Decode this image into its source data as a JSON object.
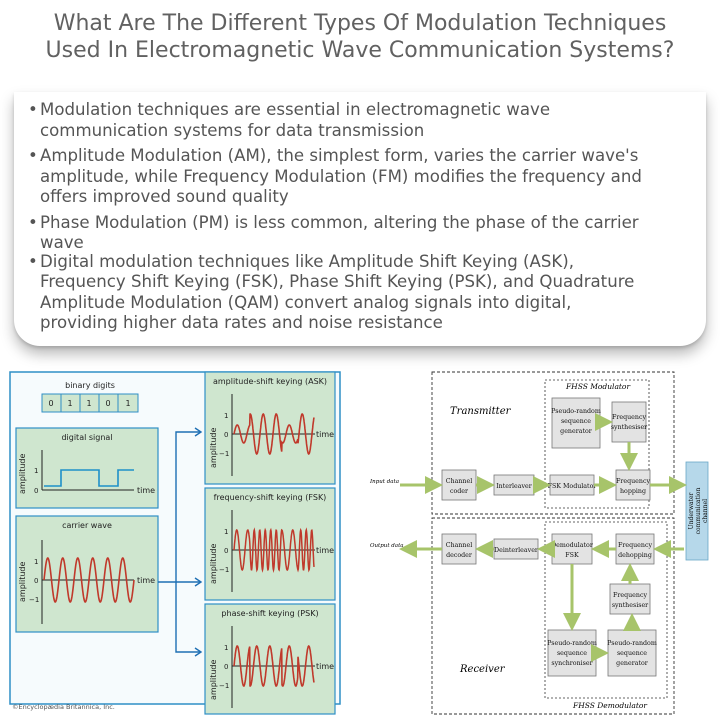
{
  "title": {
    "line1": "What Are The Different Types Of Modulation Techniques",
    "line2": "Used In Electromagnetic Wave Communication Systems?"
  },
  "bullets": [
    {
      "lines": [
        "Modulation techniques are essential in electromagnetic wave",
        "communication systems for data transmission"
      ]
    },
    {
      "lines": [
        "Amplitude Modulation (AM), the simplest form, varies the carrier wave's",
        "amplitude, while Frequency Modulation (FM) modifies the frequency and",
        "offers improved sound quality"
      ]
    },
    {
      "lines": [
        "Phase Modulation (PM) is less common, altering the phase of the carrier",
        "wave"
      ]
    },
    {
      "lines": [
        "Digital modulation techniques like Amplitude Shift Keying (ASK),",
        "Frequency Shift Keying (FSK), Phase Shift Keying (PSK), and Quadrature",
        "Amplitude Modulation (QAM) convert analog signals into digital,",
        "providing higher data rates and noise resistance"
      ]
    }
  ],
  "keying_diagram": {
    "binary_title": "binary digits",
    "bits": [
      "0",
      "1",
      "1",
      "0",
      "1"
    ],
    "digital_title": "digital signal",
    "carrier_title": "carrier wave",
    "ask_title": "amplitude-shift keying (ASK)",
    "fsk_title": "frequency-shift keying (FSK)",
    "psk_title": "phase-shift keying (PSK)",
    "amplitude": "amplitude",
    "time": "time",
    "tick_1": "1",
    "tick_0": "0",
    "tick_m1": "−1",
    "credit": "©Encyclopædia Britannica, Inc.",
    "colors": {
      "panel": "#cfe6cf",
      "frame": "#2f8fc6",
      "wave": "#c0392b",
      "digital": "#1e90c8"
    }
  },
  "fhss": {
    "modulator_title": "FHSS Modulator",
    "transmitter": "Transmitter",
    "receiver": "Receiver",
    "demodulator_title": "FHSS Demodulator",
    "input": "Input data",
    "output": "Output data",
    "channel": [
      "Underwater",
      "communication",
      "channel"
    ],
    "pn_gen": [
      "Pseudo-random",
      "sequence",
      "generator"
    ],
    "freq_synth": [
      "Frequency",
      "synthesiser"
    ],
    "channel_coder": [
      "Channel",
      "coder"
    ],
    "interleaver": "Interleaver",
    "fsk_mod": "FSK Modulator",
    "freq_hop": [
      "Frequency",
      "hopping"
    ],
    "channel_decoder": [
      "Channel",
      "decoder"
    ],
    "deinterleaver": "Deinterleaver",
    "demod_fsk": [
      "Demodulator",
      "FSK"
    ],
    "freq_dehop": [
      "Frequency",
      "dehopping"
    ],
    "freq_synth2": [
      "Frequency",
      "synthesiser"
    ],
    "pn_sync": [
      "Pseudo-random",
      "sequence",
      "synchroniser"
    ],
    "pn_gen2": [
      "Pseudo-random",
      "sequence",
      "generator"
    ]
  }
}
